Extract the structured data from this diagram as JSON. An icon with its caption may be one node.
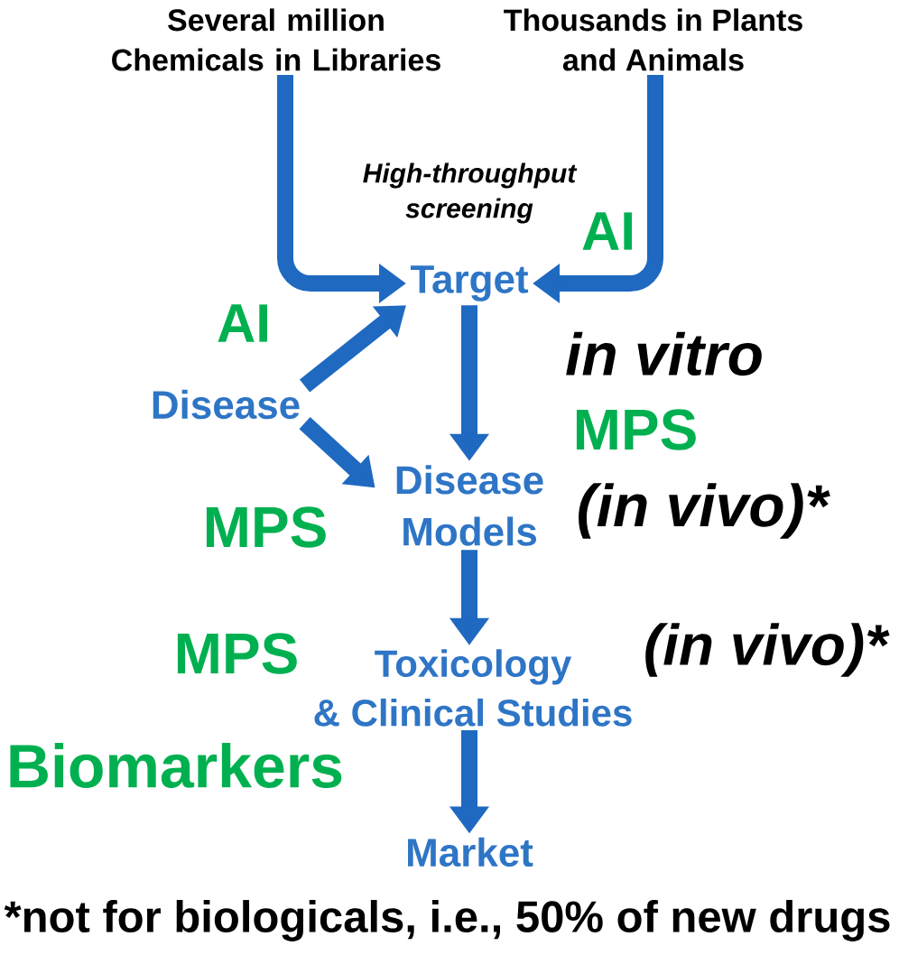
{
  "diagram": {
    "nodes": [
      {
        "text": [
          "Several million Chemicals in Libraries"
        ]
      },
      {
        "text": [
          "Thousands in Plants and Animals"
        ]
      },
      {
        "text": [
          "Target"
        ]
      },
      {
        "text": [
          "Disease"
        ]
      },
      {
        "text": [
          "Disease Models"
        ]
      },
      {
        "text": [
          "Toxicology & Clinical Studies"
        ]
      },
      {
        "text": [
          "Market"
        ]
      }
    ],
    "edges": [
      {
        "from": 0,
        "to": 2,
        "arrow": "to"
      },
      {
        "from": 1,
        "to": 2,
        "arrow": "to"
      },
      {
        "from": 3,
        "to": 2,
        "arrow": "to"
      },
      {
        "from": 3,
        "to": 4,
        "arrow": "to"
      },
      {
        "from": 2,
        "to": 4,
        "arrow": "to"
      },
      {
        "from": 4,
        "to": 5,
        "arrow": "to"
      },
      {
        "from": 5,
        "to": 6,
        "arrow": "to"
      }
    ],
    "labels": [
      "High-throughput screening",
      "AI",
      "AI",
      "in vitro",
      "MPS",
      "(in vivo)*",
      "MPS",
      "MPS",
      "(in vivo)*",
      "Biomarkers",
      "*not for biologicals, i.e., 50% of new drugs"
    ]
  }
}
